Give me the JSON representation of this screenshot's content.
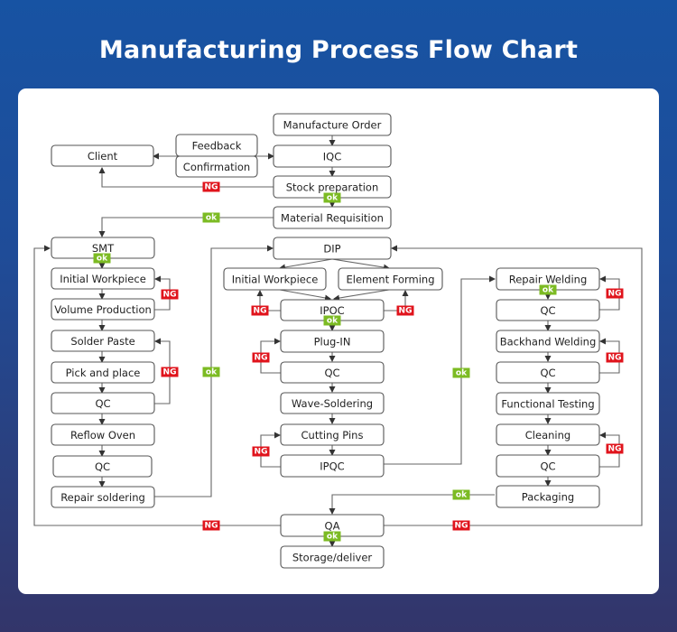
{
  "title": "Manufacturing Process Flow Chart",
  "colors": {
    "ok": "#7cbb23",
    "ng": "#e0141c",
    "line": "#666666",
    "accent": "#1753a3"
  },
  "nodes": {
    "manufacture_order": "Manufacture Order",
    "iqc": "IQC",
    "stock_preparation": "Stock preparation",
    "material_requisition": "Material Requisition",
    "client": "Client",
    "feedback": "Feedback",
    "confirmation": "Confirmation",
    "smt": "SMT",
    "smt_initial_workpiece": "Initial Workpiece",
    "volume_production": "Volume Production",
    "solder_paste": "Solder Paste",
    "pick_and_place": "Pick and place",
    "smt_qc1": "QC",
    "reflow_oven": "Reflow Oven",
    "smt_qc2": "QC",
    "repair_soldering": "Repair soldering",
    "dip": "DIP",
    "dip_initial_workpiece": "Initial Workpiece",
    "element_forming": "Element Forming",
    "ipoc": "IPOC",
    "plug_in": "Plug-IN",
    "dip_qc": "QC",
    "wave_soldering": "Wave-Soldering",
    "cutting_pins": "Cutting Pins",
    "ipqc": "IPQC",
    "repair_welding": "Repair Welding",
    "post_qc1": "QC",
    "backhand_welding": "Backhand Welding",
    "post_qc2": "QC",
    "functional_testing": "Functional Testing",
    "cleaning": "Cleaning",
    "post_qc3": "QC",
    "packaging": "Packaging",
    "qa": "QA",
    "storage_deliver": "Storage/deliver"
  },
  "labels": {
    "ok": "ok",
    "ng": "NG"
  }
}
